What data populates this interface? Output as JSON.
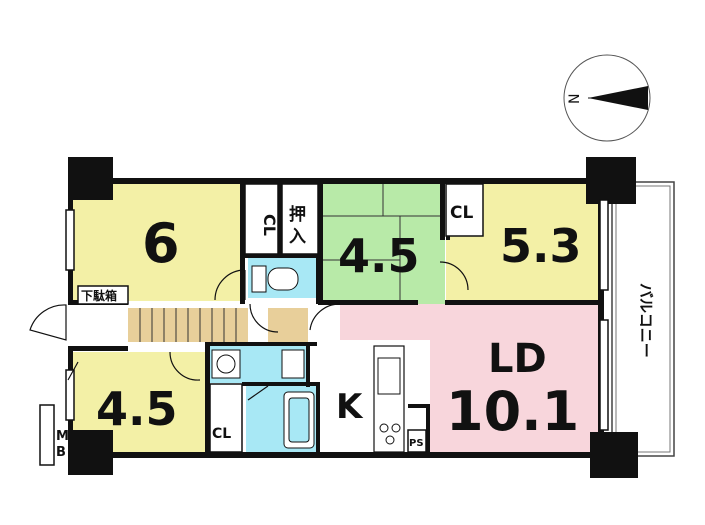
{
  "compass": {
    "north_label": "N"
  },
  "rooms": {
    "western_6": {
      "label": "6"
    },
    "japanese_45": {
      "label": "4.5"
    },
    "western_53": {
      "label": "5.3"
    },
    "western_45": {
      "label": "4.5"
    },
    "ld": {
      "label": "LD",
      "size": "10.1"
    },
    "kitchen": {
      "label": "K"
    }
  },
  "storage": {
    "cl_upper_left": "CL",
    "oshiire_1": "押",
    "oshiire_2": "入",
    "cl_upper_right": "CL",
    "cl_lower": "CL",
    "shoebox": "下駄箱",
    "ps": "PS",
    "mb_1": "M",
    "mb_2": "B"
  },
  "balcony": {
    "label": "バルコニー"
  },
  "colors": {
    "western_room": "#f3f0a6",
    "japanese_room": "#b8eaa8",
    "ld_room": "#f8d6dc",
    "wet_area": "#a8e8f5",
    "floor_white": "#ffffff",
    "stair": "#e8cf9a",
    "wall": "#111111"
  }
}
